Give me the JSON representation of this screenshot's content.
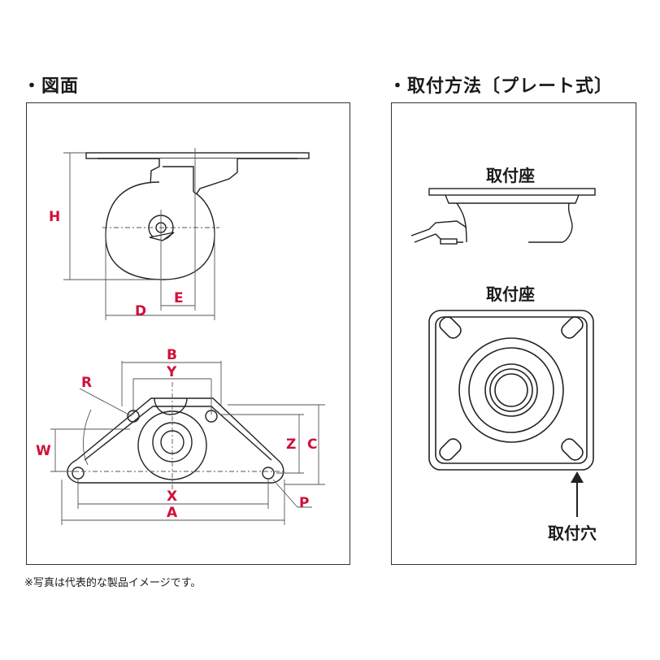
{
  "headings": {
    "drawing": "・図面",
    "mounting": "・取付方法〔プレート式〕"
  },
  "mounting_labels": {
    "seat_top": "取付座",
    "seat_plate": "取付座",
    "hole": "取付穴"
  },
  "dimension_labels": {
    "H": "H",
    "D": "D",
    "E": "E",
    "B": "B",
    "Y": "Y",
    "R": "R",
    "W": "W",
    "Z": "Z",
    "C": "C",
    "X": "X",
    "A": "A",
    "P": "P"
  },
  "footnote": "※写真は代表的な製品イメージです。",
  "colors": {
    "dimension_text": "#d0103a",
    "line": "#222222"
  }
}
